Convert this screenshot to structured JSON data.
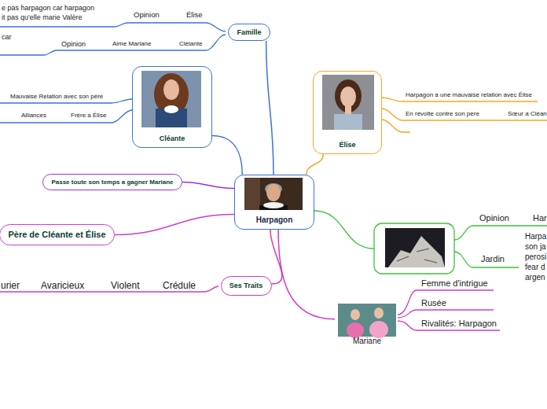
{
  "diagram": {
    "nodes": [
      {
        "text": [
          "Harpagon"
        ]
      },
      {
        "text": [
          "Famille"
        ]
      },
      {
        "text": [
          "Cléante"
        ]
      },
      {
        "text": [
          "Élise"
        ]
      },
      {
        "text": [
          "Passe toute son temps a gagner Mariane"
        ]
      },
      {
        "text": [
          "Père de Cléante et Élise"
        ]
      },
      {
        "text": [
          "Ses Traits"
        ]
      },
      {
        "text": [
          "Mariane"
        ]
      }
    ],
    "edges": [
      {
        "from": 0,
        "to": 1,
        "arrow": "none"
      },
      {
        "from": 0,
        "to": 2,
        "arrow": "none"
      },
      {
        "from": 0,
        "to": 3,
        "arrow": "none"
      },
      {
        "from": 0,
        "to": 4,
        "arrow": "none"
      },
      {
        "from": 0,
        "to": 5,
        "arrow": "none"
      },
      {
        "from": 0,
        "to": 6,
        "arrow": "none"
      },
      {
        "from": 0,
        "to": 7,
        "arrow": "none"
      }
    ],
    "labels": [
      "e pas harpagon car harpagon",
      "it pas qu'elle marie Valère",
      "Opinion",
      "Élise",
      "car",
      "Opinion",
      "Aime Mariane",
      "Clélante",
      "Mauvaise Relation avec son père",
      "Alliances",
      "Frère a Élise",
      "Harpagon a une mauvaise relation avec Élise",
      "En révolte contre son père",
      "Sœur a Cléan",
      "Opinion",
      "Har",
      "Jardin",
      "Harpa son ja perosi fear d argen",
      "Femme d'intrigue",
      "Rusée",
      "Rivalités: Harpagon",
      "Crédule",
      "Violent",
      "Avaricieux",
      "urier"
    ]
  }
}
